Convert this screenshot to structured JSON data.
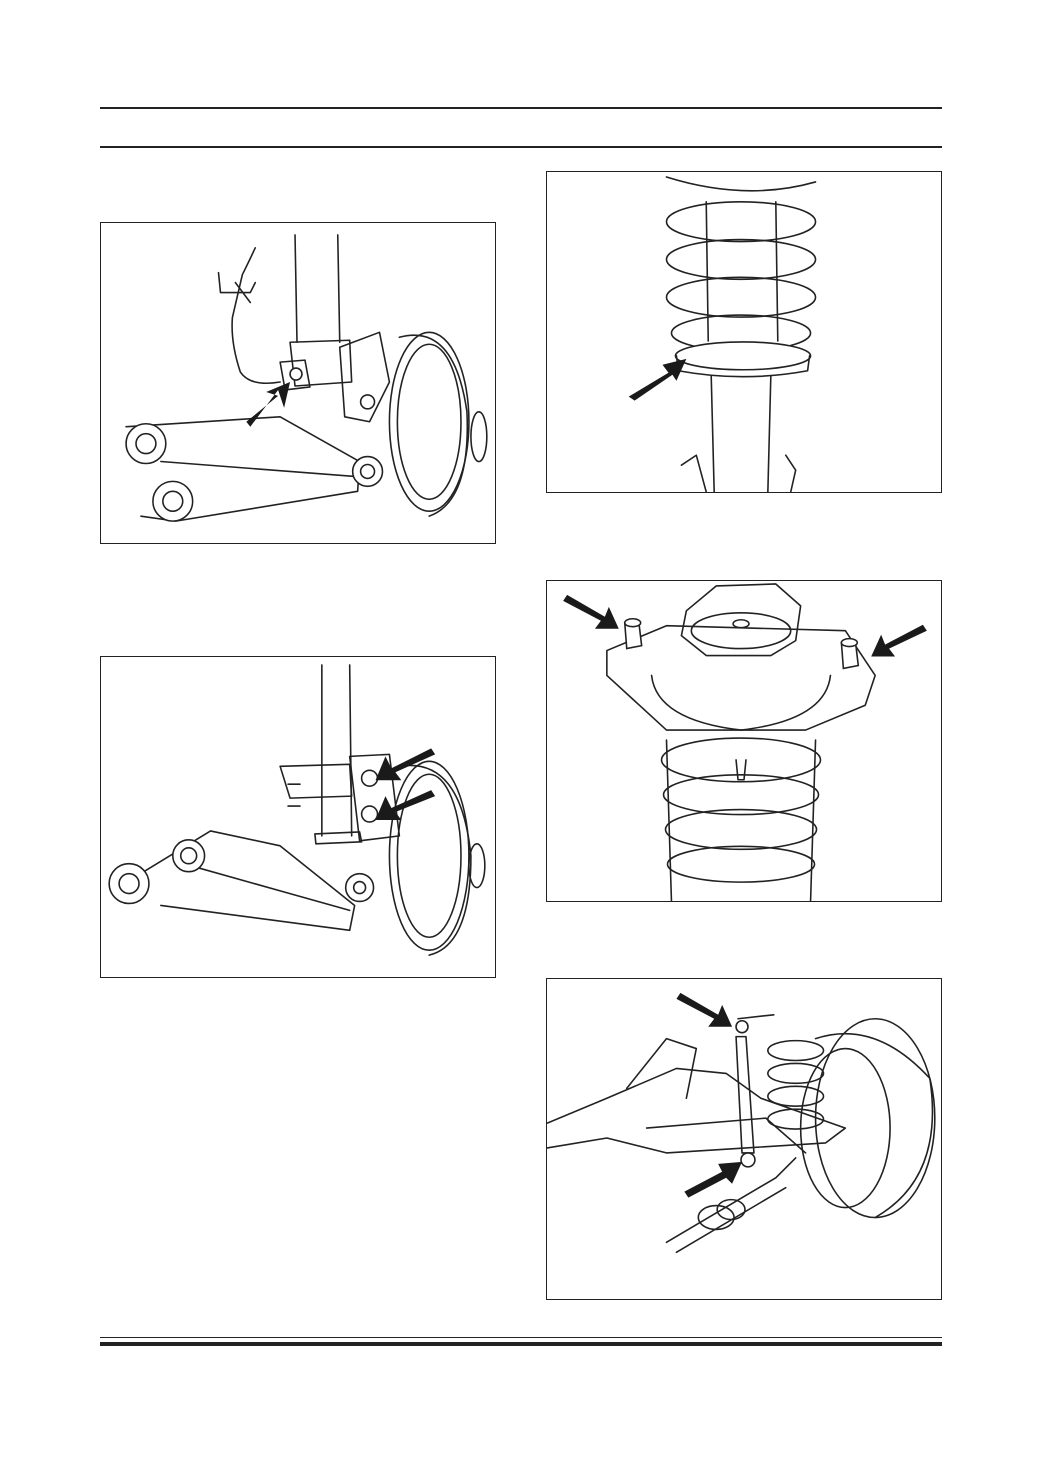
{
  "page": {
    "figures": [
      {
        "id": "fig-brake-hose-clip",
        "icon": "rear-suspension-brake-hose-bracket-illustration",
        "arrows": 1
      },
      {
        "id": "fig-knuckle-bolts",
        "icon": "rear-knuckle-strut-bolts-illustration",
        "arrows": 2
      },
      {
        "id": "fig-spring-seat",
        "icon": "coil-spring-lower-seat-illustration",
        "arrows": 1
      },
      {
        "id": "fig-top-mount-nuts",
        "icon": "strut-top-mount-nuts-illustration",
        "arrows": 2
      },
      {
        "id": "fig-shock-absorber",
        "icon": "shock-absorber-upper-lower-mount-illustration",
        "arrows": 2
      }
    ],
    "colors": {
      "line": "#222222",
      "arrow": "#1a1a1a",
      "background": "#ffffff"
    }
  }
}
